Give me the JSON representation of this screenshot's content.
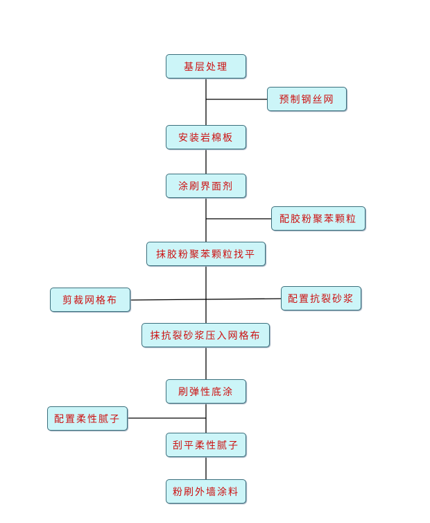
{
  "colors": {
    "box_fill": "#ccf5f8",
    "box_border": "#3a6f7c",
    "text": "#cc1111",
    "line": "#000000"
  },
  "steps": {
    "s1": "基层处理",
    "s2": "预制钢丝网",
    "s3": "安装岩棉板",
    "s4": "涂刷界面剂",
    "s5": "配胶粉聚苯颗粒",
    "s6": "抹胶粉聚苯颗粒找平",
    "s7": "剪裁网格布",
    "s8": "配置抗裂砂浆",
    "s9": "抹抗裂砂浆压入网格布",
    "s10": "刷弹性底涂",
    "s11": "配置柔性腻子",
    "s12": "刮平柔性腻子",
    "s13": "粉刷外墙涂料"
  }
}
